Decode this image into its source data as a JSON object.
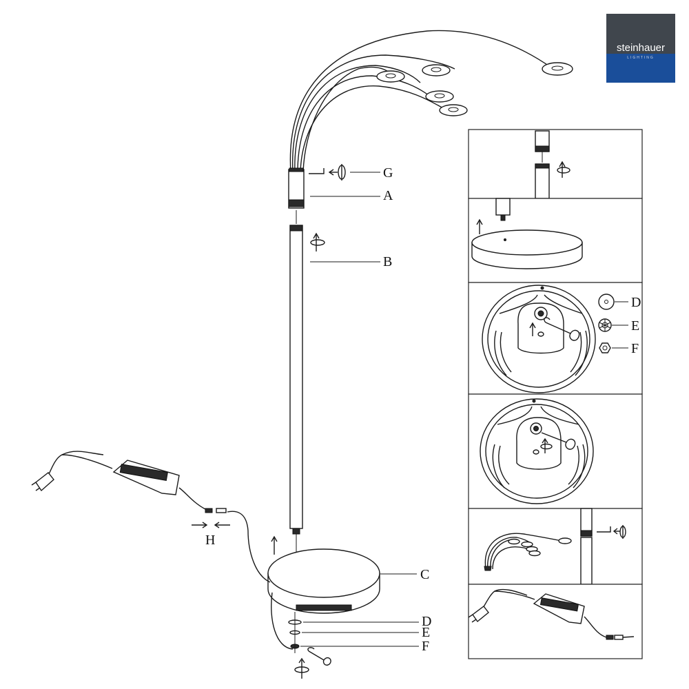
{
  "brand": {
    "name": "steinhauer",
    "sub": "LIGHTING",
    "colors": {
      "top": "#40464d",
      "bottom": "#1a4e9a",
      "text": "#ffffff"
    }
  },
  "parts": {
    "a": "A",
    "b": "B",
    "c": "C",
    "d": "D",
    "e": "E",
    "f": "F",
    "g": "G",
    "h": "H"
  },
  "steps": {
    "s3": {
      "d": "D",
      "e": "E",
      "f": "F"
    }
  },
  "icons": [
    "rotate-arrow-icon",
    "up-arrow-icon",
    "hex-key-icon",
    "wrench-icon",
    "connect-arrows-icon",
    "plug-icon"
  ]
}
